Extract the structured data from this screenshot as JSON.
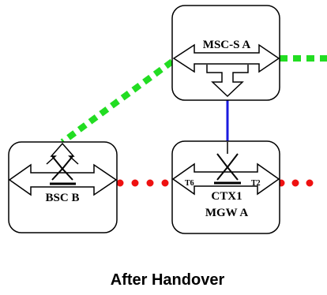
{
  "nodes": {
    "msc_s": {
      "label": "MSC-S A"
    },
    "bsc": {
      "label": "BSC B"
    },
    "mgw": {
      "label_line1": "CTX1",
      "label_line2": "MGW A",
      "port_left": "T6",
      "port_right": "T2"
    }
  },
  "caption": "After Handover",
  "colors": {
    "green_link": "#22dd22",
    "red_link": "#ee1111",
    "blue_link": "#1a1adf",
    "node_border": "#000000",
    "node_fill": "#ffffff"
  }
}
